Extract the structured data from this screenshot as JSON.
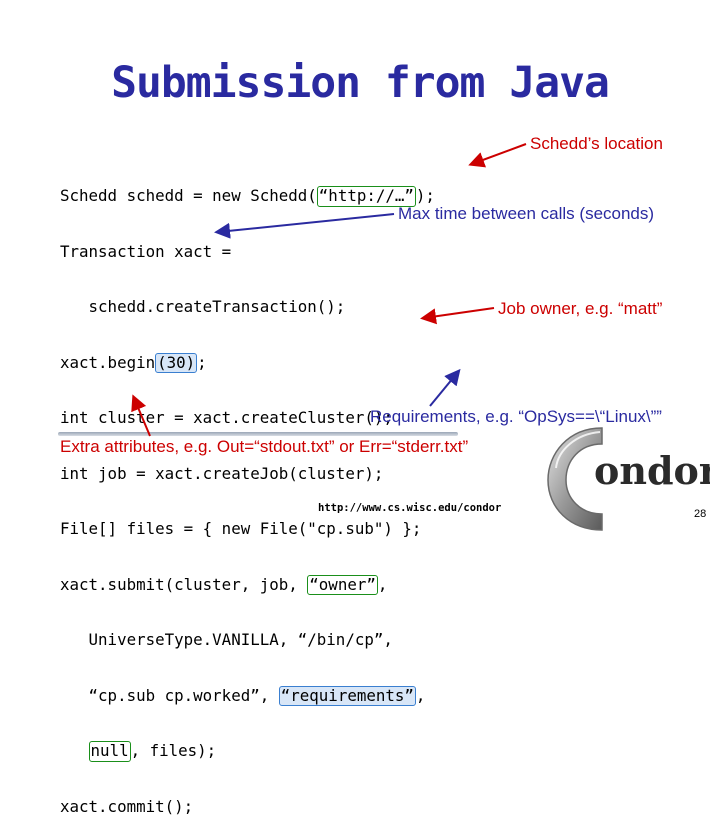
{
  "title": "Submission from Java",
  "code_lines": [
    [
      "Schedd schedd = new Schedd(",
      "“http://…”",
      ");"
    ],
    [
      "Transaction xact ="
    ],
    [
      "   schedd.createTransaction();"
    ],
    [
      "xact.begin",
      "(30)",
      ";"
    ],
    [
      "int cluster = xact.createCluster();"
    ],
    [
      "int job = xact.createJob(cluster);"
    ],
    [
      "File[] files = { new File(\"cp.sub\") };"
    ],
    [
      "xact.submit(cluster, job, ",
      "“owner”",
      ","
    ],
    [
      "   UniverseType.VANILLA, “/bin/cp”,"
    ],
    [
      "   “cp.sub cp.worked”, ",
      "“requirements”",
      ","
    ],
    [
      "   ",
      "null",
      ", files);"
    ],
    [
      "xact.commit();"
    ]
  ],
  "annotations": {
    "schedd_location": "Schedd’s  location",
    "max_time": "Max time between calls (seconds)",
    "job_owner": "Job owner, e.g. “matt”",
    "requirements": "Requirements, e.g. “OpSys==\\“Linux\\””",
    "extra_attributes": "Extra attributes, e.g. Out=“stdout.txt” or Err=“stderr.txt”"
  },
  "footer": {
    "url": "http://www.cs.wisc.edu/condor",
    "page_number": "28",
    "logo_text": "ondor",
    "logo_letter": "C"
  },
  "colors": {
    "title": "#2a2aa0",
    "red_annotation": "#cc0000",
    "blue_annotation": "#2a2aa0",
    "highlight_green": "#1a8f1a",
    "highlight_blue_fill": "#d8e6f7"
  }
}
